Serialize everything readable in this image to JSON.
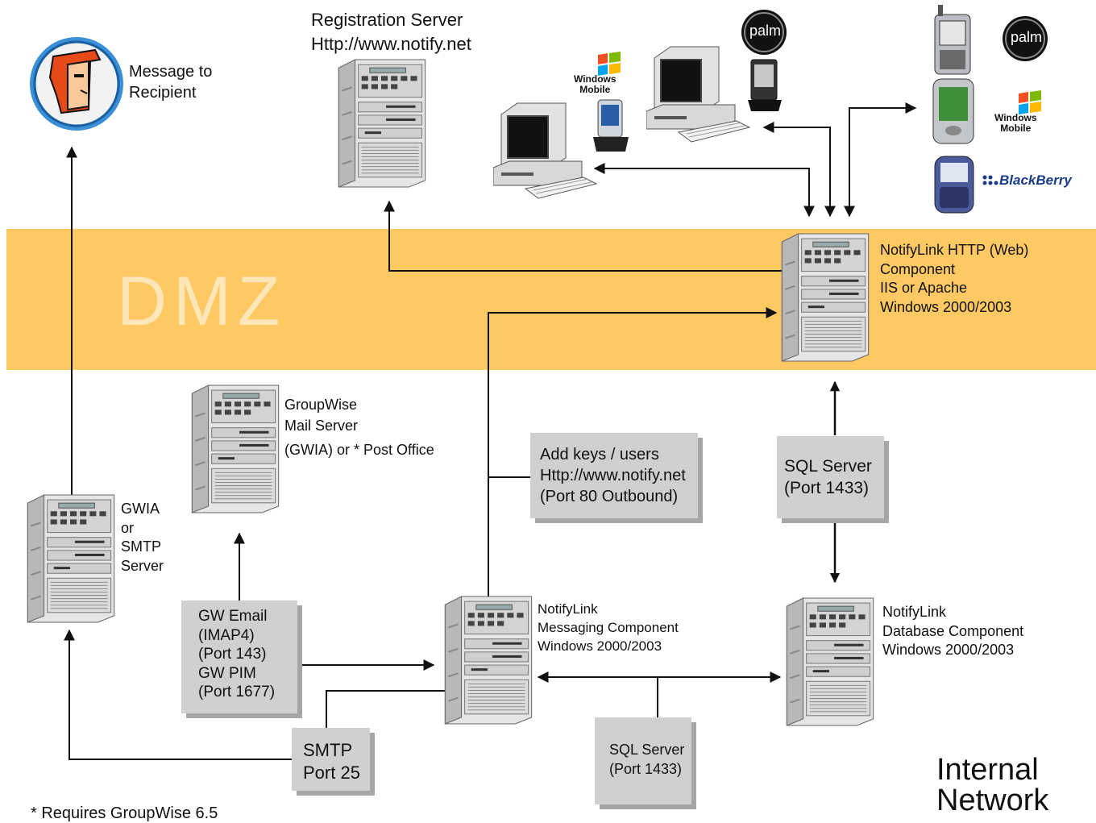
{
  "zones": {
    "dmz_label": "DMZ",
    "internal_label": [
      "Internal",
      "Network"
    ]
  },
  "recipient": {
    "label": [
      "Message to",
      "Recipient"
    ]
  },
  "nodes": {
    "registration_server": [
      "Registration Server",
      "Http://www.notify.net"
    ],
    "notifylink_web": [
      "NotifyLink HTTP (Web)",
      "Component",
      "IIS or Apache",
      "Windows 2000/2003"
    ],
    "groupwise_mail": [
      "GroupWise",
      "Mail Server",
      "(GWIA) or * Post Office"
    ],
    "gwia_smtp": [
      "GWIA",
      "or",
      "SMTP",
      "Server"
    ],
    "notifylink_messaging": [
      "NotifyLink",
      "Messaging Component",
      "Windows 2000/2003"
    ],
    "notifylink_database": [
      "NotifyLink",
      "Database Component",
      "Windows 2000/2003"
    ]
  },
  "connection_labels": {
    "add_keys": [
      "Add keys / users",
      "Http://www.notify.net",
      "(Port 80 Outbound)"
    ],
    "sql_web": [
      "SQL Server",
      "(Port 1433)"
    ],
    "sql_db": [
      "SQL Server",
      "(Port 1433)"
    ],
    "gw_email": [
      "GW Email",
      "(IMAP4)",
      "(Port 143)",
      "GW PIM",
      "(Port 1677)"
    ],
    "smtp": [
      "SMTP",
      "Port 25"
    ]
  },
  "brands": {
    "windows_mobile": [
      "Windows",
      "Mobile"
    ],
    "palm": "palm",
    "blackberry": "BlackBerry"
  },
  "footnote": "* Requires GroupWise 6.5",
  "colors": {
    "dmz_band": "#fec862",
    "connector_box": "#d0d0d0",
    "connector_shadow": "#a6a6a6",
    "line": "#111111"
  }
}
